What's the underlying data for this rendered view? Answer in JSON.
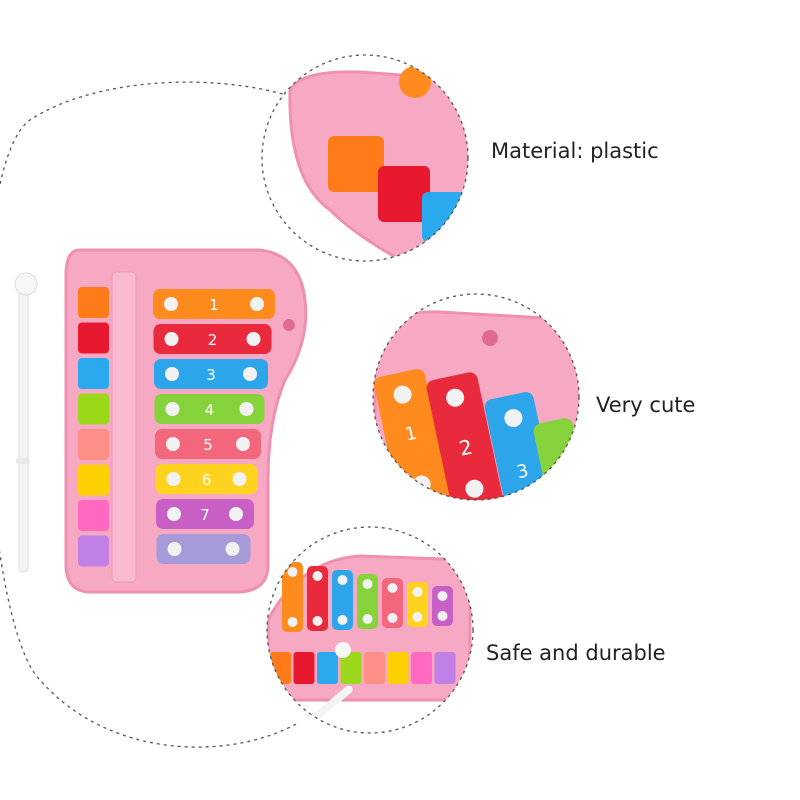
{
  "features": [
    {
      "label": "Material: plastic"
    },
    {
      "label": "Very cute"
    },
    {
      "label": "Safe and durable"
    }
  ],
  "toy": {
    "body_color": "#f7a9c4",
    "body_shadow": "#ef8fb1",
    "key_colors": [
      "#ff7b19",
      "#e8182e",
      "#2aa9ef",
      "#9cd81a",
      "#ff8e86",
      "#ffd000",
      "#ff69c2",
      "#c080e6"
    ],
    "bar_colors": [
      "#ff8a1e",
      "#e92a3c",
      "#2ca5ea",
      "#86d23a",
      "#f2677b",
      "#ffd21f",
      "#c85fc4",
      "#a69bd8"
    ],
    "bar_numbers": [
      "1",
      "2",
      "3",
      "4",
      "5",
      "6",
      "7",
      ""
    ]
  },
  "mallet": {
    "color": "#f4f4f4"
  },
  "connector_color": "#555555"
}
